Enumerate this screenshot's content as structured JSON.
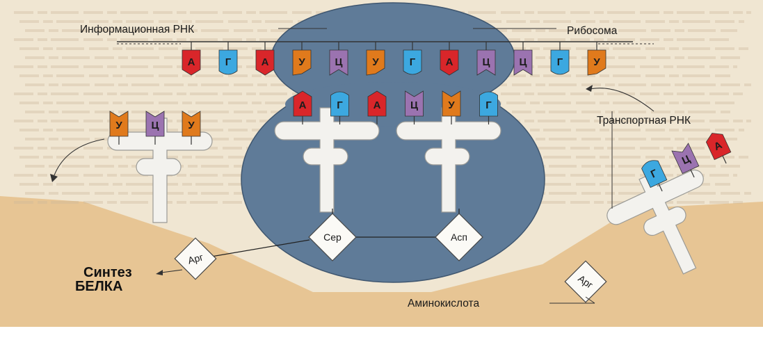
{
  "colors": {
    "A": "#d9262a",
    "G": "#3ca8e0",
    "U": "#e07a1c",
    "C": "#9b73b0",
    "ribosome": "#5f7b98",
    "ribosome_dark": "#3f566f",
    "trna": "#f3f2ee",
    "background": "#e7c594",
    "paper": "#f0e6d2"
  },
  "labels": {
    "mrna": "Информационная РНК",
    "ribosome": "Рибосома",
    "trna": "Транспортная РНК",
    "amino_acid": "Аминокислота",
    "synthesis_line1": "Синтез",
    "synthesis_line2": "БЕЛКА"
  },
  "mrna_codons": [
    {
      "letter": "А",
      "base": "A"
    },
    {
      "letter": "Г",
      "base": "G"
    },
    {
      "letter": "А",
      "base": "A"
    },
    {
      "letter": "У",
      "base": "U"
    },
    {
      "letter": "Ц",
      "base": "C"
    },
    {
      "letter": "У",
      "base": "U"
    },
    {
      "letter": "Г",
      "base": "G"
    },
    {
      "letter": "А",
      "base": "A"
    },
    {
      "letter": "Ц",
      "base": "C"
    },
    {
      "letter": "Ц",
      "base": "C"
    },
    {
      "letter": "Г",
      "base": "G"
    },
    {
      "letter": "У",
      "base": "U"
    }
  ],
  "ribosome_anticodons": [
    {
      "letter": "А",
      "base": "A"
    },
    {
      "letter": "Г",
      "base": "G"
    },
    {
      "letter": "А",
      "base": "A"
    },
    {
      "letter": "Ц",
      "base": "C"
    },
    {
      "letter": "У",
      "base": "U"
    },
    {
      "letter": "Г",
      "base": "G"
    }
  ],
  "left_trna_anticodon": [
    {
      "letter": "У",
      "base": "U"
    },
    {
      "letter": "Ц",
      "base": "C"
    },
    {
      "letter": "У",
      "base": "U"
    }
  ],
  "right_trna_anticodon": [
    {
      "letter": "Г",
      "base": "G"
    },
    {
      "letter": "Ц",
      "base": "C"
    },
    {
      "letter": "А",
      "base": "A"
    }
  ],
  "amino_acids": {
    "ser": "Сер",
    "asp": "Асп",
    "arg_left": "Арг",
    "arg_right": "Арг"
  }
}
